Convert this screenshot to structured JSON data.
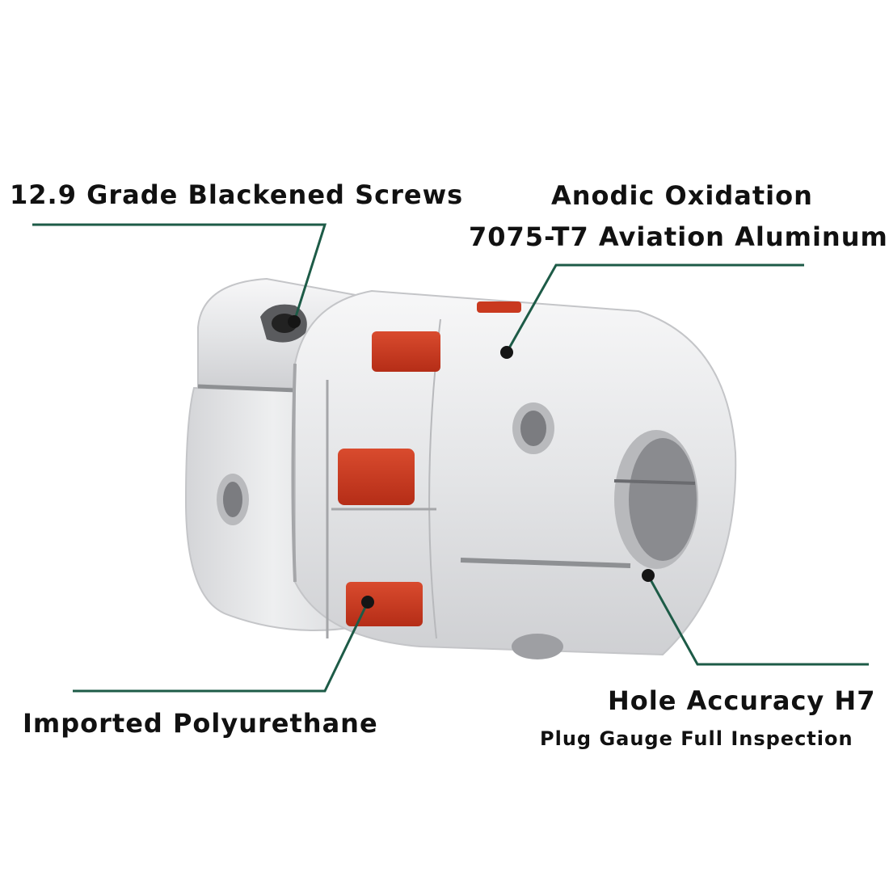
{
  "callouts": {
    "screws": "12.9 Grade Blackened Screws",
    "material_line1": "Anodic Oxidation",
    "material_line2": "7075-T7 Aviation Aluminum",
    "spider": "Imported Polyurethane",
    "accuracy_line1": "Hole Accuracy H7",
    "accuracy_line2": "Plug Gauge Full Inspection"
  },
  "colors": {
    "leader_line": "#1d5b47",
    "aluminum": "#e6e7e9",
    "spider_red": "#c9391f"
  }
}
